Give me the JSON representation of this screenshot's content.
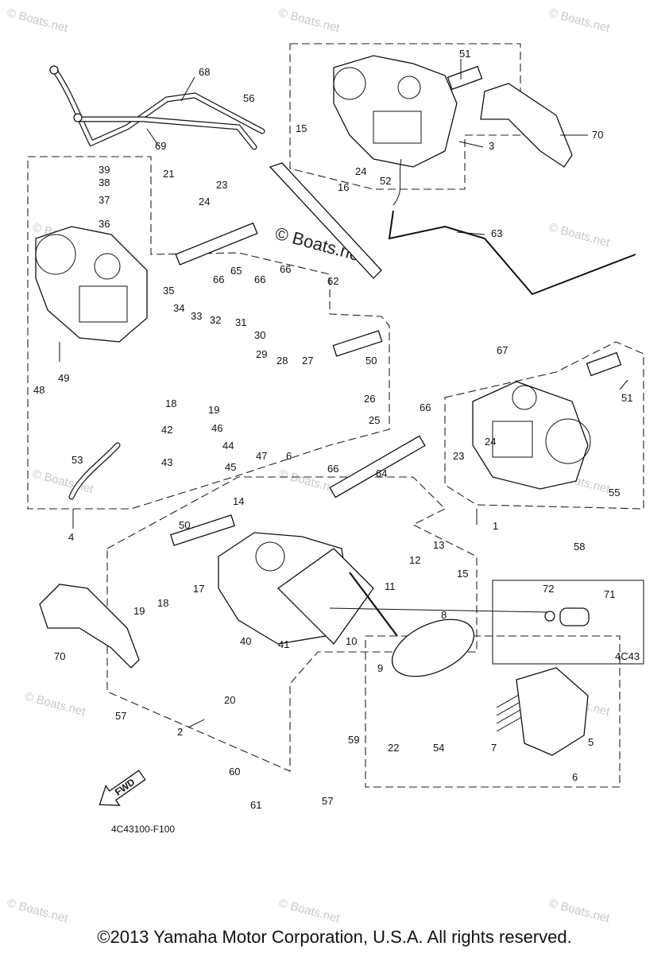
{
  "watermark": "© Boats.net",
  "diagram_code": "4C43100-F100",
  "fwd_label": "FWD",
  "inset_box_label": "4C43",
  "copyright": "©2013 Yamaha Motor Corporation, U.S.A. All rights reserved.",
  "callouts": [
    "1",
    "2",
    "3",
    "4",
    "5",
    "6",
    "7",
    "8",
    "9",
    "10",
    "11",
    "12",
    "13",
    "14",
    "15",
    "16",
    "17",
    "18",
    "19",
    "20",
    "21",
    "22",
    "23",
    "24",
    "25",
    "26",
    "27",
    "28",
    "29",
    "30",
    "31",
    "32",
    "33",
    "34",
    "35",
    "36",
    "37",
    "38",
    "39",
    "40",
    "41",
    "42",
    "43",
    "44",
    "45",
    "46",
    "47",
    "48",
    "49",
    "50",
    "51",
    "52",
    "53",
    "54",
    "55",
    "56",
    "57",
    "58",
    "59",
    "60",
    "61",
    "62",
    "63",
    "64",
    "65",
    "66",
    "67",
    "68",
    "69",
    "70",
    "71",
    "72"
  ]
}
